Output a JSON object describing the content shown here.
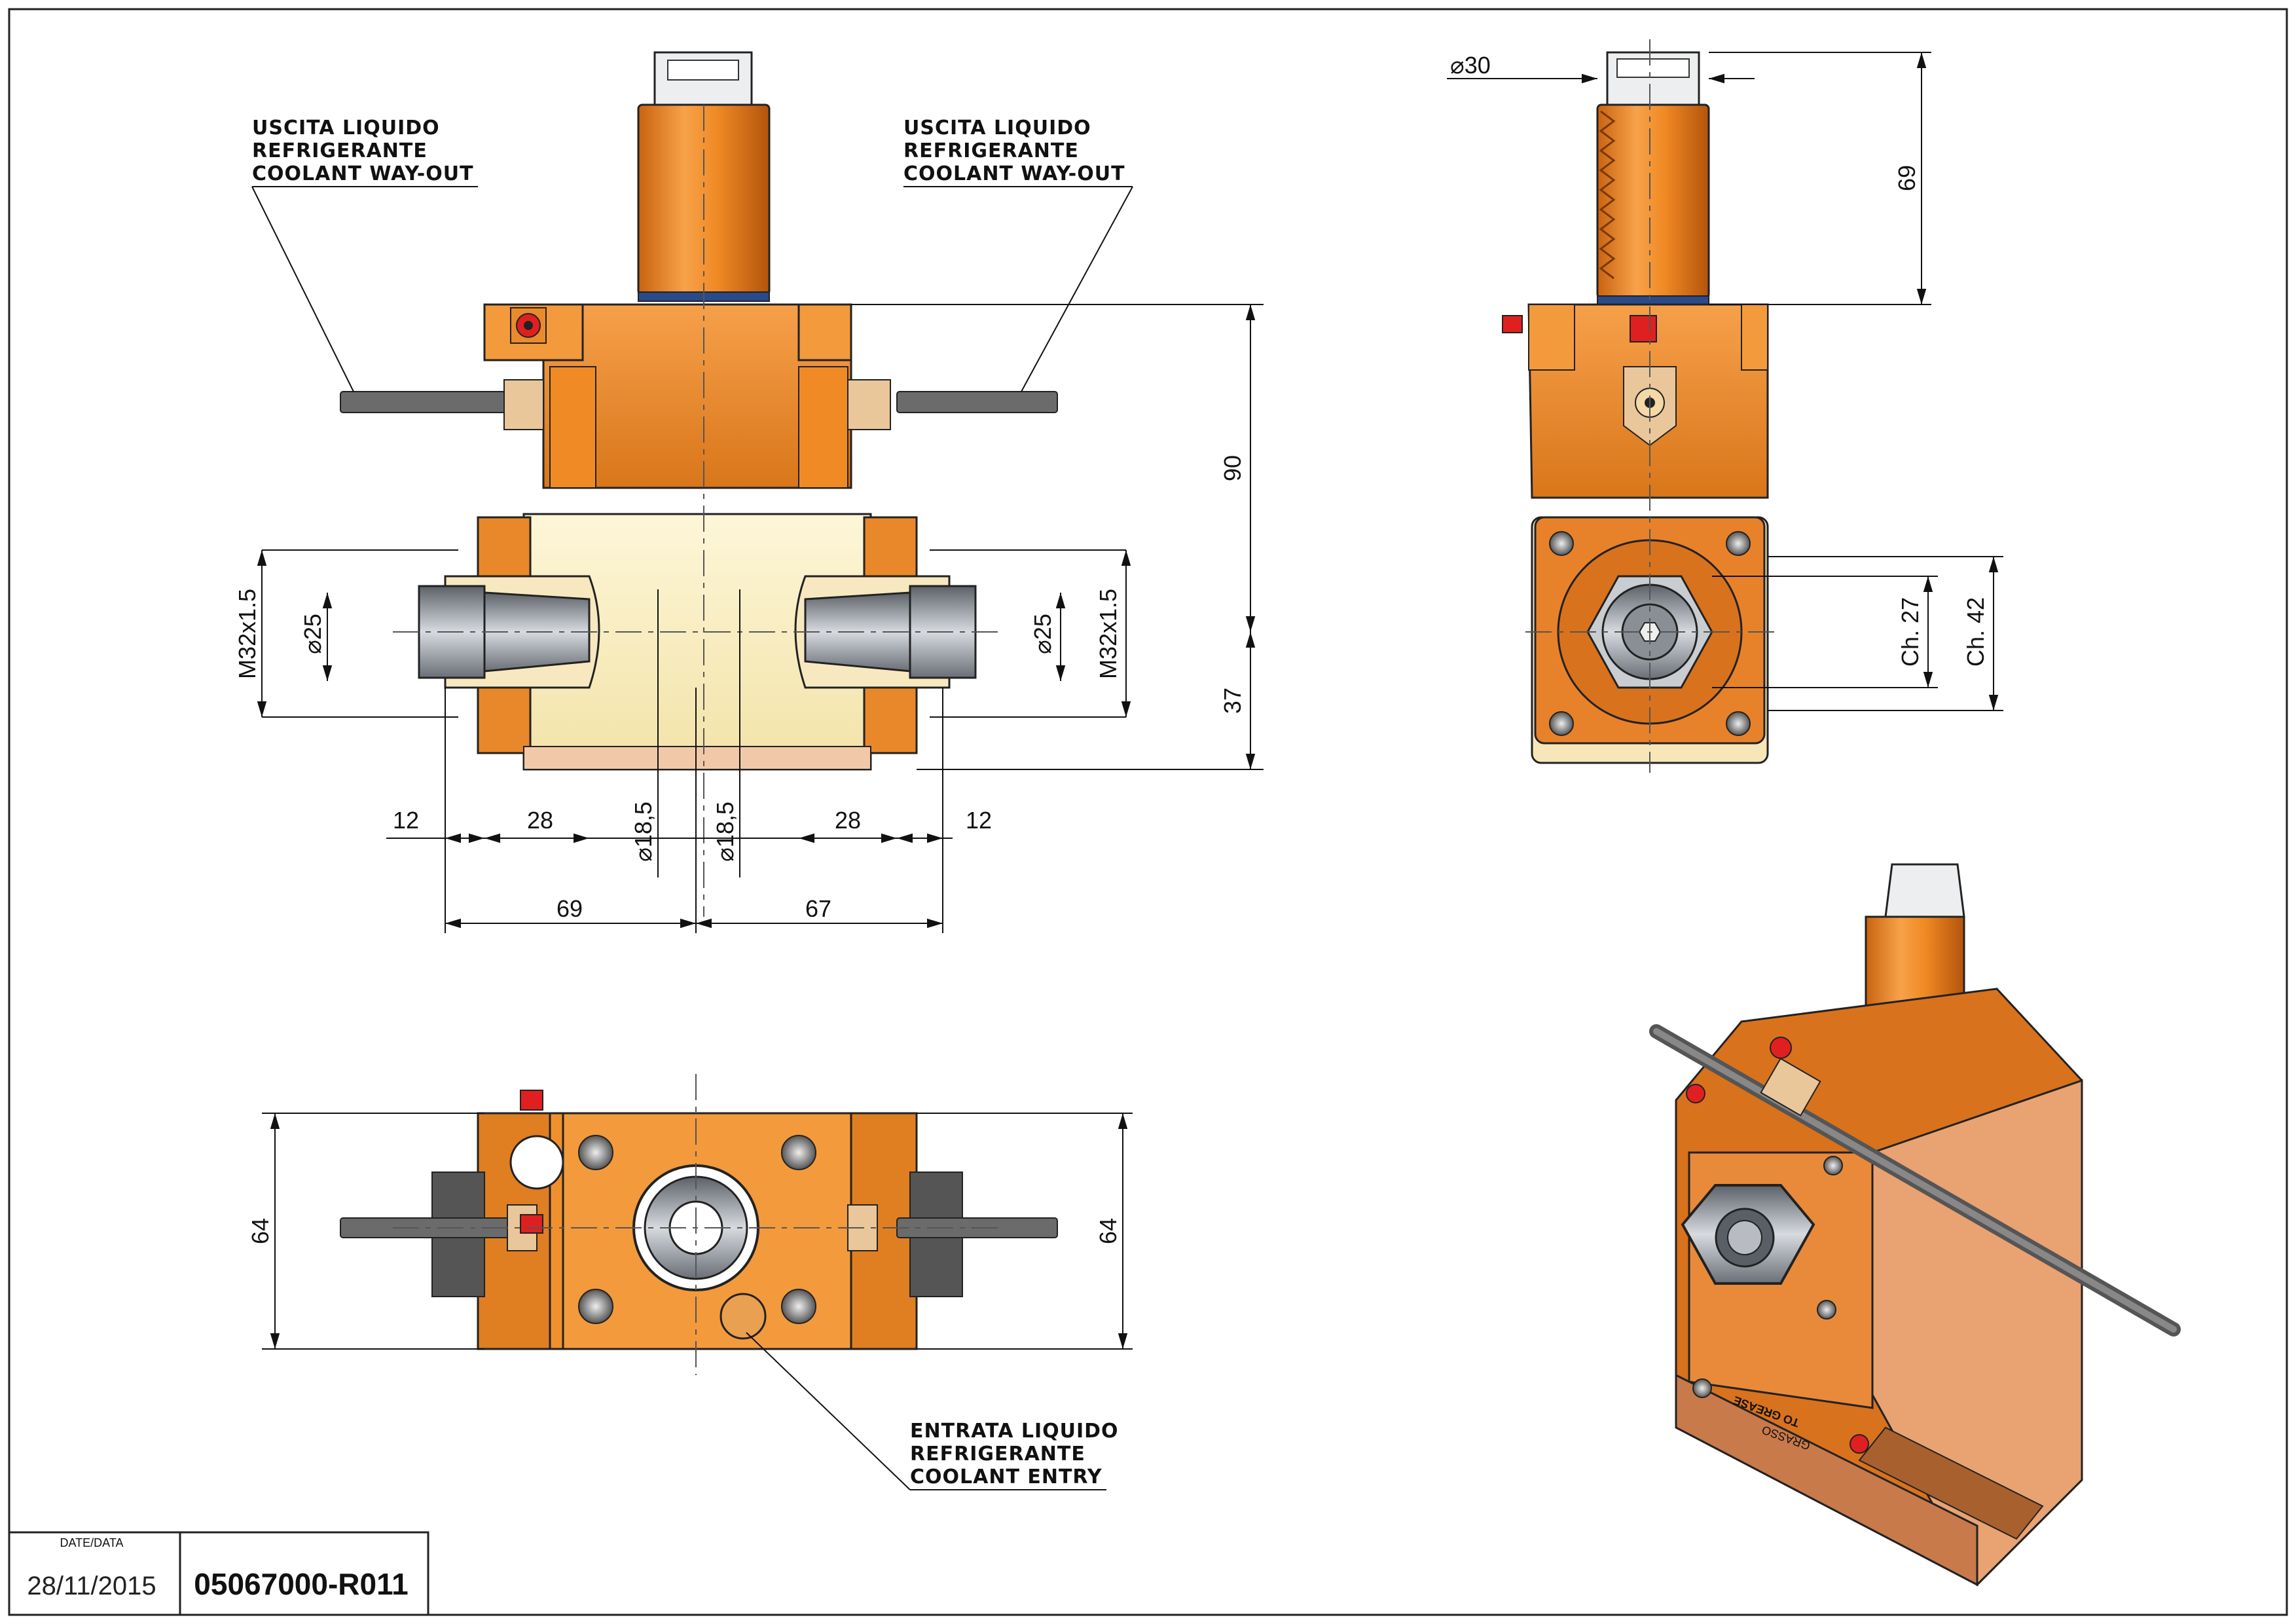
{
  "notes": {
    "coolant_out_left": [
      "USCITA LIQUIDO",
      "REFRIGERANTE",
      "COOLANT WAY-OUT"
    ],
    "coolant_out_right": [
      "USCITA LIQUIDO",
      "REFRIGERANTE",
      "COOLANT WAY-OUT"
    ],
    "coolant_entry": [
      "ENTRATA LIQUIDO",
      "REFRIGERANTE",
      "COOLANT ENTRY"
    ]
  },
  "front_view": {
    "dim_90": "90",
    "dim_37": "37",
    "thread_left": "M32x1.5",
    "thread_right": "M32x1.5",
    "dia_25_left": "25",
    "dia_25_right": "25",
    "dia_18_5_left": "18,5",
    "dia_18_5_right": "18,5",
    "dim_12_left": "12",
    "dim_28_left": "28",
    "dim_28_right": "28",
    "dim_12_right": "12",
    "dim_69": "69",
    "dim_67": "67"
  },
  "side_view": {
    "dia_30": "30",
    "dim_69": "69",
    "ch_27": "Ch. 27",
    "ch_42": "Ch. 42"
  },
  "top_view": {
    "dim_64_left": "64",
    "dim_64_right": "64"
  },
  "iso_view": {
    "label_to_grease": "TO GREASE",
    "label_small": "GRASSO"
  },
  "title_block": {
    "date_label": "DATE/DATA",
    "date": "28/11/2015",
    "code": "05067000-R011"
  },
  "colors": {
    "body_orange": "#F08A24",
    "body_dark": "#B85A10",
    "pale_yellow": "#FBF1C8",
    "tan": "#E9C79A",
    "steel": "#9AA0A8",
    "red_plug": "#E02020"
  }
}
